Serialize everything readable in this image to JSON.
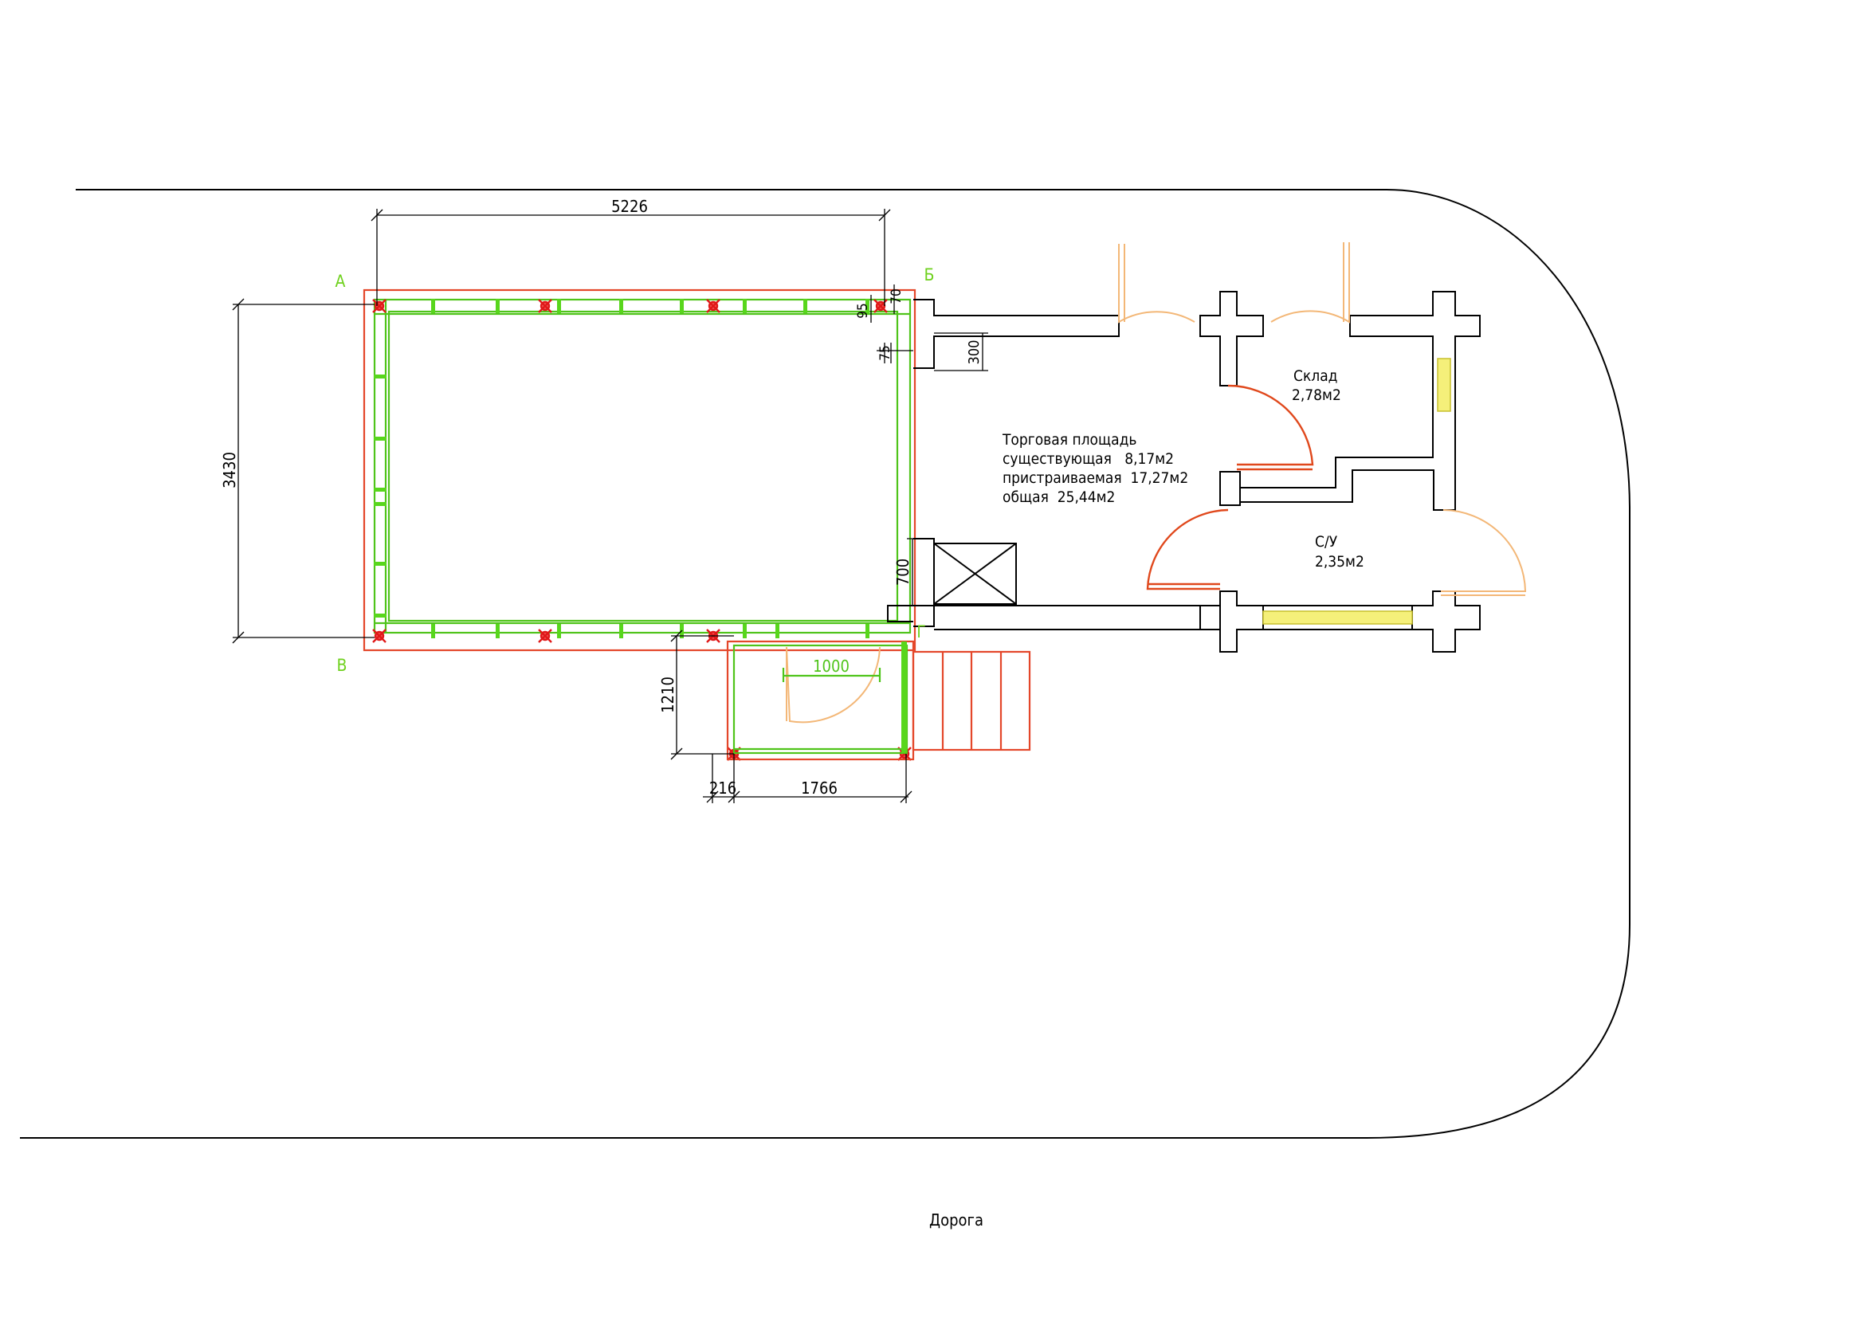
{
  "dimensions": {
    "width_top": "5226",
    "height_left": "3430",
    "d95": "95",
    "d70": "70",
    "d75": "75",
    "d300": "300",
    "d700": "700",
    "d1210": "1210",
    "d216": "216",
    "d1766": "1766",
    "door_width": "1000"
  },
  "axes": {
    "a": "А",
    "b": "Б",
    "v": "В",
    "g": "Г"
  },
  "rooms": {
    "sales_title": "Торговая площадь",
    "sales_existing": "существующая   8,17м2",
    "sales_added": "пристраиваемая  17,27м2",
    "sales_total": "общая  25,44м2",
    "storage_name": "Склад",
    "storage_area": "2,78м2",
    "wc_name": "С/У",
    "wc_area": "2,35м2"
  },
  "road_label": "Дорога",
  "colors": {
    "outline_new": "#e4472a",
    "frame_new": "#4fc41a",
    "door_existing": "#f3b777",
    "door_new": "#e0481c",
    "window": "#f5f07a"
  }
}
